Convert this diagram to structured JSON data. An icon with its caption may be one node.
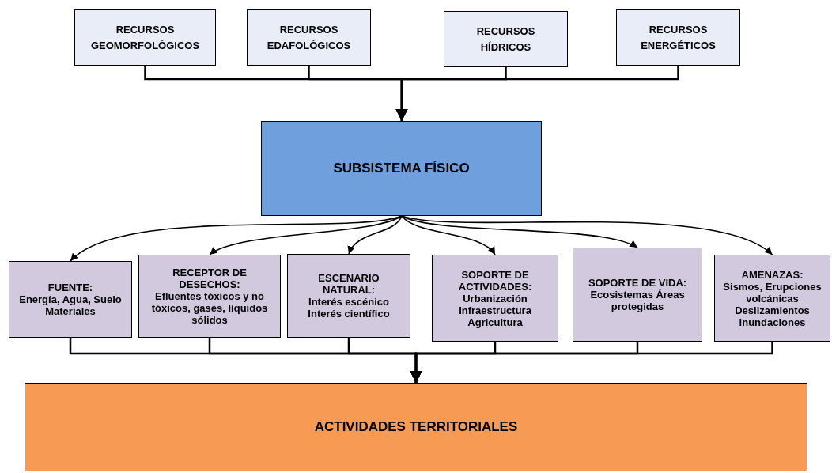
{
  "diagram": {
    "nodes": [
      {
        "text": [
          "RECURSOS GEOMORFOLÓGICOS"
        ]
      },
      {
        "text": [
          "RECURSOS EDAFOLÓGICOS"
        ]
      },
      {
        "text": [
          "RECURSOS HÍDRICOS"
        ]
      },
      {
        "text": [
          "RECURSOS ENERGÉTICOS"
        ]
      },
      {
        "text": [
          "SUBSISTEMA FÍSICO"
        ]
      },
      {
        "text": [
          "FUENTE:",
          "Energía, Agua, Suelo Materiales"
        ]
      },
      {
        "text": [
          "RECEPTOR DE DESECHOS:",
          "Efluentes tóxicos y no tóxicos, gases, líquidos sólidos"
        ]
      },
      {
        "text": [
          "ESCENARIO NATURAL:",
          "Interés escénico Interés científico"
        ]
      },
      {
        "text": [
          "SOPORTE DE ACTIVIDADES:",
          "Urbanización Infraestructura Agricultura"
        ]
      },
      {
        "text": [
          "SOPORTE DE VIDA:",
          "Ecosistemas Áreas protegidas"
        ]
      },
      {
        "text": [
          "AMENAZAS:",
          "Sismos, Erupciones volcánicas Deslizamientos inundaciones"
        ]
      },
      {
        "text": [
          "ACTIVIDADES TERRITORIALES"
        ]
      }
    ],
    "edges": [
      {
        "from": 0,
        "to": 4,
        "arrow": "to"
      },
      {
        "from": 1,
        "to": 4,
        "arrow": "to"
      },
      {
        "from": 2,
        "to": 4,
        "arrow": "to"
      },
      {
        "from": 3,
        "to": 4,
        "arrow": "to"
      },
      {
        "from": 4,
        "to": 5,
        "arrow": "to"
      },
      {
        "from": 4,
        "to": 6,
        "arrow": "to"
      },
      {
        "from": 4,
        "to": 7,
        "arrow": "to"
      },
      {
        "from": 4,
        "to": 8,
        "arrow": "to"
      },
      {
        "from": 4,
        "to": 9,
        "arrow": "to"
      },
      {
        "from": 4,
        "to": 10,
        "arrow": "to"
      },
      {
        "from": 5,
        "to": 11,
        "arrow": "to"
      },
      {
        "from": 6,
        "to": 11,
        "arrow": "to"
      },
      {
        "from": 7,
        "to": 11,
        "arrow": "to"
      },
      {
        "from": 8,
        "to": 11,
        "arrow": "to"
      },
      {
        "from": 9,
        "to": 11,
        "arrow": "to"
      },
      {
        "from": 10,
        "to": 11,
        "arrow": "to"
      }
    ]
  }
}
